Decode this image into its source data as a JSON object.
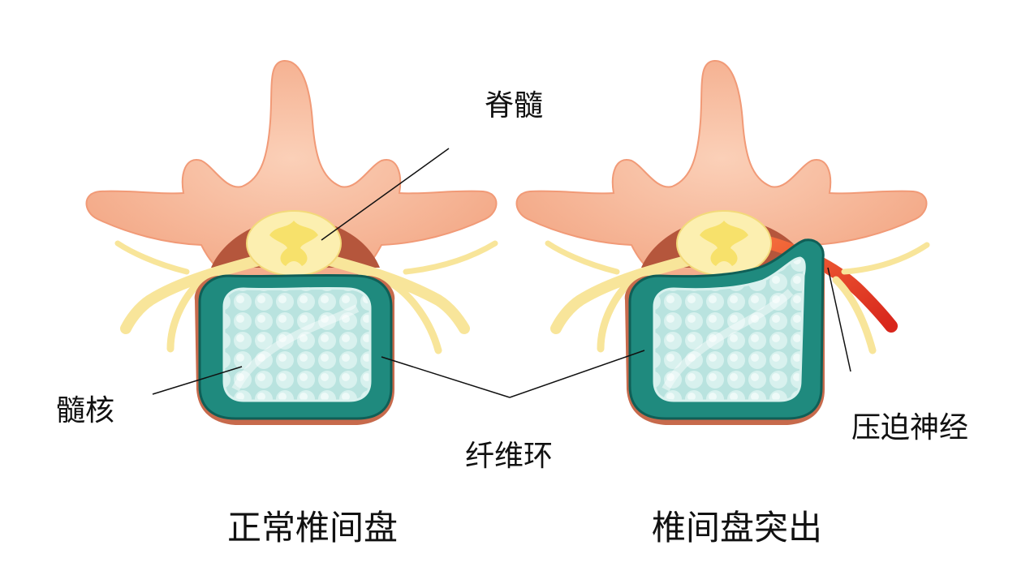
{
  "labels": {
    "spinal_cord": "脊髓",
    "nucleus": "髓核",
    "annulus": "纤维环",
    "nerve_compression": "压迫神经"
  },
  "captions": {
    "normal": "正常椎间盘",
    "herniated": "椎间盘突出"
  },
  "colors": {
    "bone": "#f7b99a",
    "bone_edge": "#f19a77",
    "canal": "#b5563c",
    "spinal_cord": "#fcefb0",
    "grey_matter": "#f7e16b",
    "nerve": "#f8e59a",
    "annulus": "#1f8a7e",
    "annulus_dark": "#0f5f57",
    "nucleus": "#b9e3df",
    "inflamed_nerve": "#e8412a"
  },
  "icons": {
    "normal_disc": "vertebra-normal-disc",
    "herniated_disc": "vertebra-herniated-disc"
  }
}
